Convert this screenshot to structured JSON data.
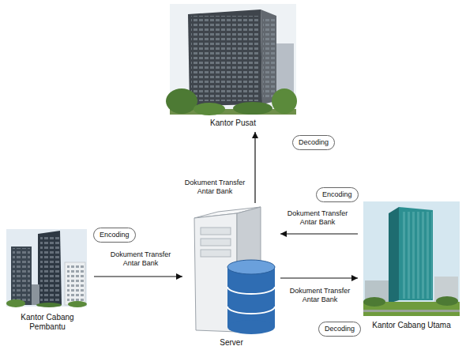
{
  "diagram": {
    "nodes": [
      {
        "text": [
          "Kantor Pusat"
        ]
      },
      {
        "text": [
          "Decoding"
        ]
      },
      {
        "text": [
          "Encoding"
        ]
      },
      {
        "text": [
          "Encoding"
        ]
      },
      {
        "text": [
          "Server"
        ]
      },
      {
        "text": [
          "Kantor Cabang Utama"
        ]
      },
      {
        "text": [
          "Kantor Cabang Pembantu"
        ]
      },
      {
        "text": [
          "Decoding"
        ]
      }
    ],
    "edges": [
      {
        "from": 6,
        "to": 4,
        "arrow": "to",
        "label": "Dokument Transfer Antar Bank"
      },
      {
        "from": 4,
        "to": 0,
        "arrow": "to",
        "label": "Dokument Transfer Antar Bank"
      },
      {
        "from": 5,
        "to": 4,
        "arrow": "to",
        "label": "Dokument Transfer Antar Bank"
      },
      {
        "from": 4,
        "to": 5,
        "arrow": "to",
        "label": "Dokument Transfer Antar Bank"
      }
    ]
  }
}
